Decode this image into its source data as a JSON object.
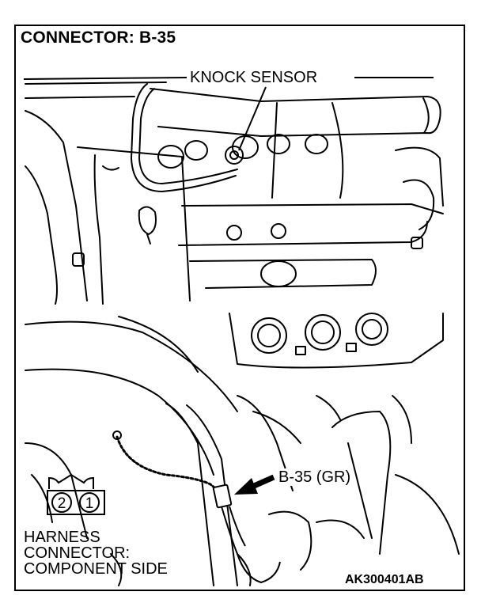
{
  "title": "CONNECTOR: B-35",
  "labels": {
    "sensor": "KNOCK SENSOR",
    "connector": "B-35 (GR)",
    "harness": [
      "HARNESS",
      "CONNECTOR:",
      "COMPONENT SIDE"
    ],
    "figure_code": "AK300401AB"
  },
  "pins": [
    "2",
    "1"
  ]
}
